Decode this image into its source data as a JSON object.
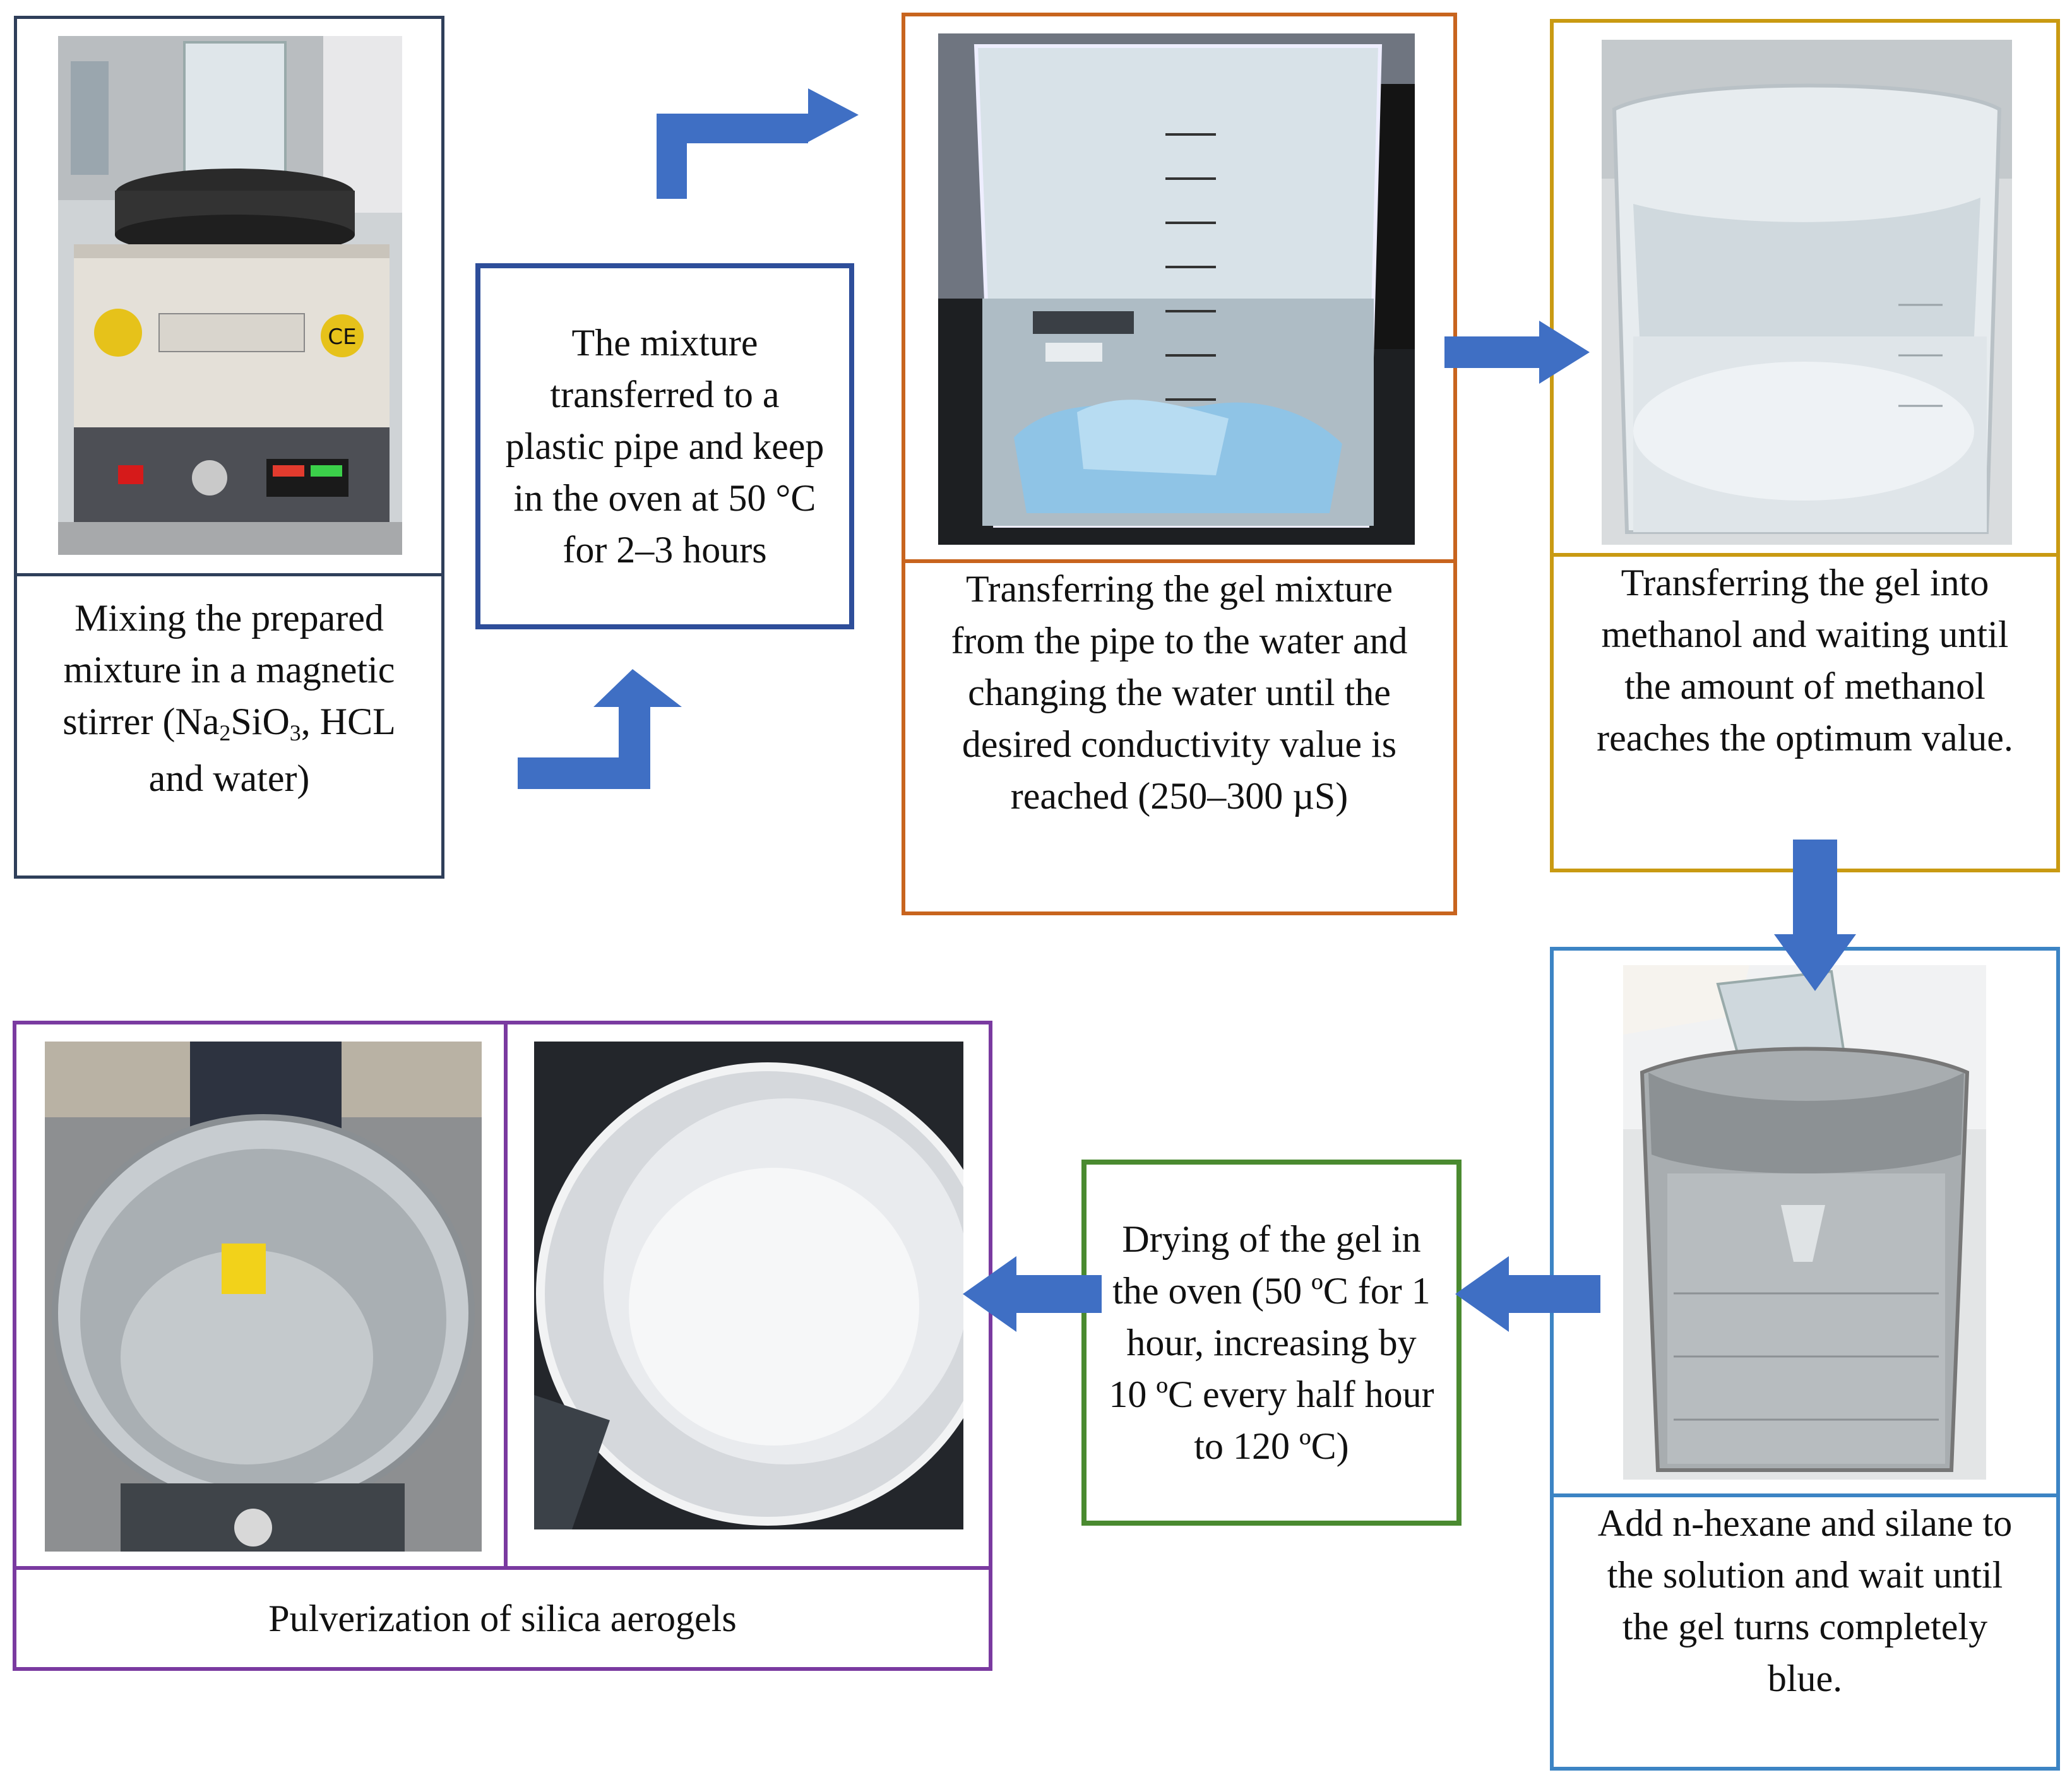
{
  "colors": {
    "navy": "#2f3f5a",
    "blue_box": "#2e4e9a",
    "orange": "#c8641e",
    "gold": "#c99a12",
    "light_blue": "#3c84c4",
    "green": "#4a8a30",
    "purple": "#7a3aa0",
    "arrow": "#3f6fc4"
  },
  "steps": {
    "mixing": {
      "caption_pre": "Mixing the prepared mixture in a magnetic stirrer (Na",
      "sub1": "2",
      "caption_mid1": "SiO",
      "sub2": "3",
      "caption_post": ", HCL and water)"
    },
    "oven_pipe": {
      "caption": "The mixture transferred to a plastic pipe and keep in the oven at 50 °C for 2–3 hours"
    },
    "water_exchange": {
      "caption": "Transferring the gel mixture from the pipe to the water and changing the water until the desired conductivity value is reached (250–300 µS)"
    },
    "methanol": {
      "caption": "Transferring the gel into methanol and waiting until the amount of methanol reaches the optimum value."
    },
    "hexane_silane": {
      "caption": "Add n-hexane and silane to the solution and wait until the gel turns completely blue."
    },
    "drying": {
      "caption": "Drying of the gel in the oven (50 ºC for 1 hour, increasing by 10 ºC every half hour to 120 ºC)"
    },
    "pulverization": {
      "caption": "Pulverization of silica aerogels"
    }
  }
}
